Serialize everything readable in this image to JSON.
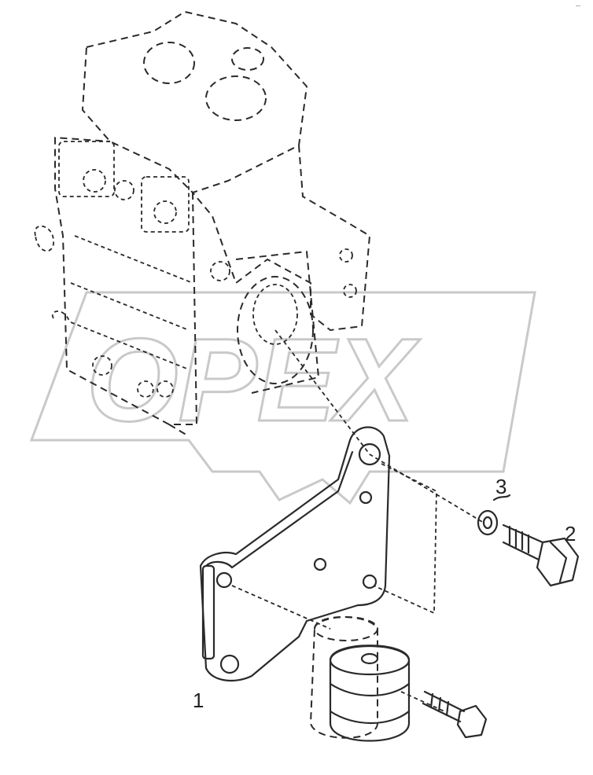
{
  "callouts": {
    "part1": "1",
    "part2": "2",
    "part3": "3"
  },
  "watermark": {
    "text": "OPEX"
  },
  "corner_mark": "--",
  "colors": {
    "line": "#2a2a2a",
    "watermark": "#c9c9c9",
    "background": "#ffffff"
  }
}
